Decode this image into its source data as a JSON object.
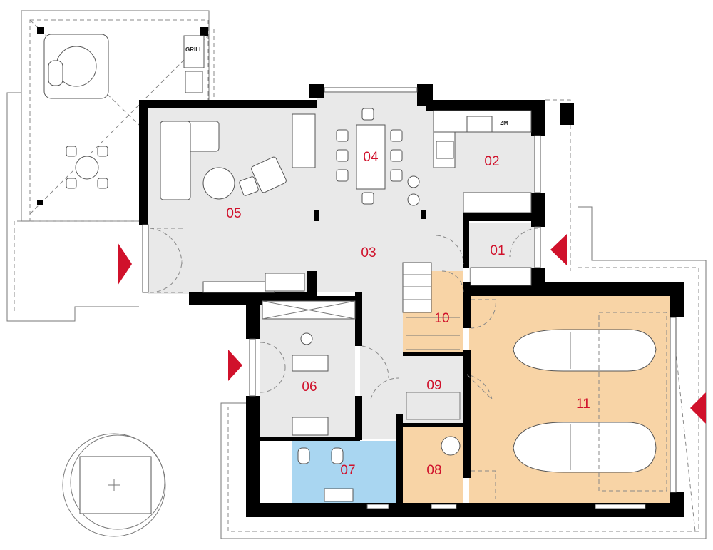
{
  "title": "Ground floor plan",
  "colors": {
    "floor": "#e9e9e9",
    "garage": "#f8d4a6",
    "bathroom": "#a9d6f1",
    "label": "#d0112b",
    "wall": "#000000",
    "entry_arrow": "#d0112b"
  },
  "rooms": [
    {
      "id": "01",
      "label": "01"
    },
    {
      "id": "02",
      "label": "02"
    },
    {
      "id": "03",
      "label": "03"
    },
    {
      "id": "04",
      "label": "04"
    },
    {
      "id": "05",
      "label": "05"
    },
    {
      "id": "06",
      "label": "06"
    },
    {
      "id": "07",
      "label": "07"
    },
    {
      "id": "08",
      "label": "08"
    },
    {
      "id": "09",
      "label": "09"
    },
    {
      "id": "10",
      "label": "10"
    },
    {
      "id": "11",
      "label": "11"
    }
  ],
  "annotations": {
    "grill": "GRILL",
    "fridge": "ZM"
  },
  "entries": [
    "living-terrace-entry",
    "utility-entry",
    "main-entry",
    "garage-entry"
  ]
}
